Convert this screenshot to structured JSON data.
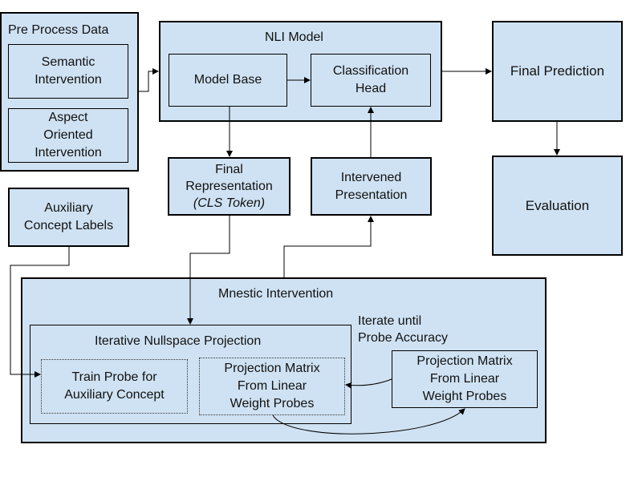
{
  "preprocess": {
    "title": "Pre Process Data",
    "semantic": "Semantic\nIntervention",
    "aspect": "Aspect\nOriented\nIntervention"
  },
  "nli": {
    "title": "NLI Model",
    "model_base": "Model Base",
    "classification_head": "Classification\nHead"
  },
  "final_prediction": "Final Prediction",
  "evaluation": "Evaluation",
  "final_representation": {
    "line1": "Final",
    "line2": "Representation",
    "line3": "(CLS Token)"
  },
  "intervened_presentation": "Intervened\nPresentation",
  "auxiliary_labels": "Auxiliary\nConcept Labels",
  "mnestic": {
    "title": "Mnestic Intervention",
    "inlp_title": "Iterative Nullspace Projection",
    "train_probe": "Train Probe for\nAuxiliary Concept",
    "projection_inner": "Projection Matrix\nFrom Linear\nWeight Probes",
    "iterate_note": "Iterate until\nProbe Accuracy",
    "projection_outer": "Projection Matrix\nFrom Linear\nWeight Probes"
  }
}
